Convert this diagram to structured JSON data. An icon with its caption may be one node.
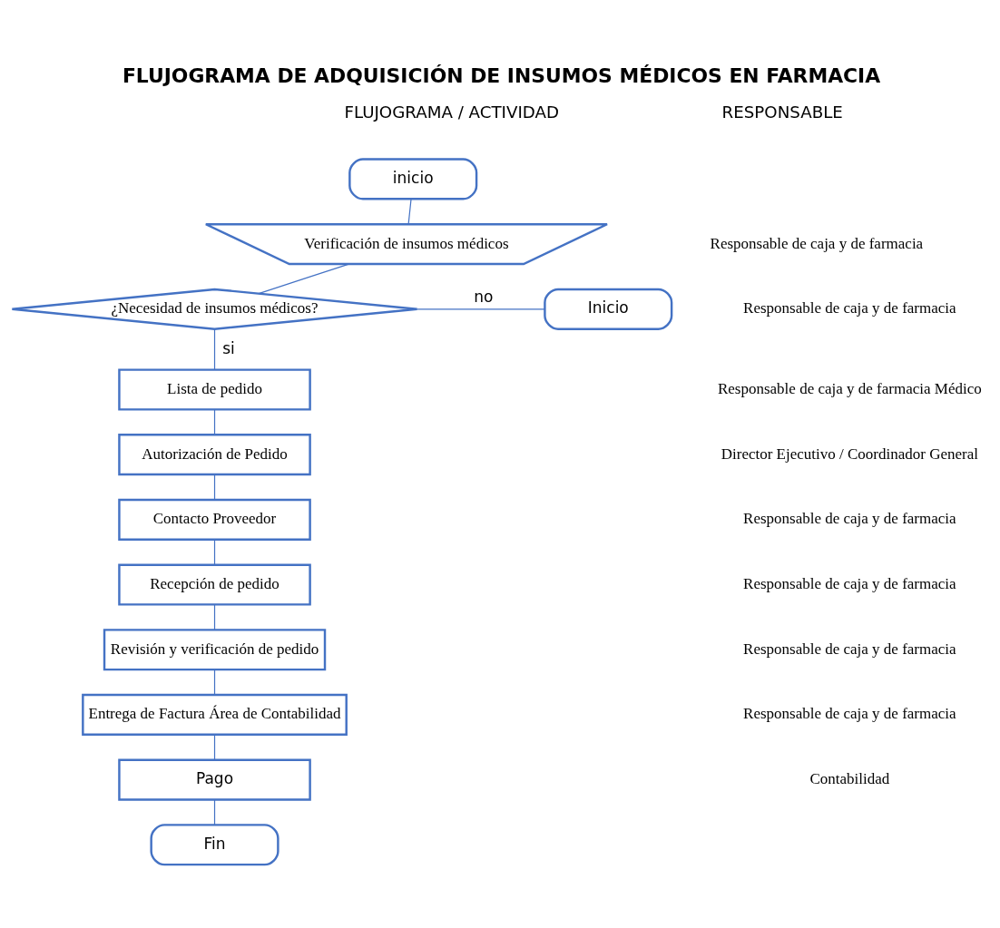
{
  "diagram": {
    "title": "FLUJOGRAMA DE ADQUISICIÓN DE INSUMOS MÉDICOS EN FARMACIA",
    "nodes": [
      {
        "text": [
          "inicio"
        ]
      },
      {
        "text": [
          "Verificación de insumos médicos"
        ]
      },
      {
        "text": [
          "¿Necesidad de insumos médicos?"
        ]
      },
      {
        "text": [
          "Inicio"
        ]
      },
      {
        "text": [
          "Lista de pedido"
        ]
      },
      {
        "text": [
          "Autorización de Pedido"
        ]
      },
      {
        "text": [
          "Contacto Proveedor"
        ]
      },
      {
        "text": [
          "Recepción de pedido"
        ]
      },
      {
        "text": [
          "Revisión y verificación de pedido"
        ]
      },
      {
        "text": [
          "Entrega de Factura Área de Contabilidad"
        ]
      },
      {
        "text": [
          "Pago"
        ]
      },
      {
        "text": [
          "Fin"
        ]
      }
    ],
    "edges": [
      {
        "from": 0,
        "to": 1,
        "arrow": "none"
      },
      {
        "from": 1,
        "to": 2,
        "arrow": "none"
      },
      {
        "from": 2,
        "to": 3,
        "label": "no",
        "arrow": "none"
      },
      {
        "from": 2,
        "to": 4,
        "label": "si",
        "arrow": "none"
      },
      {
        "from": 4,
        "to": 5,
        "arrow": "none"
      },
      {
        "from": 5,
        "to": 6,
        "arrow": "none"
      },
      {
        "from": 6,
        "to": 7,
        "arrow": "none"
      },
      {
        "from": 7,
        "to": 8,
        "arrow": "none"
      },
      {
        "from": 8,
        "to": 9,
        "arrow": "none"
      },
      {
        "from": 9,
        "to": 10,
        "arrow": "none"
      },
      {
        "from": 10,
        "to": 11,
        "arrow": "none"
      }
    ],
    "labels": [
      "FLUJOGRAMA / ACTIVIDAD",
      "RESPONSABLE",
      "Responsable de caja y de farmacia",
      "Responsable de caja y de farmacia",
      "Responsable de caja y de farmacia Médico",
      "Director Ejecutivo / Coordinador General",
      "Responsable de caja y de farmacia",
      "Responsable de caja y de farmacia",
      "Responsable de caja y de farmacia",
      "Responsable de caja y de farmacia",
      "Contabilidad"
    ]
  }
}
